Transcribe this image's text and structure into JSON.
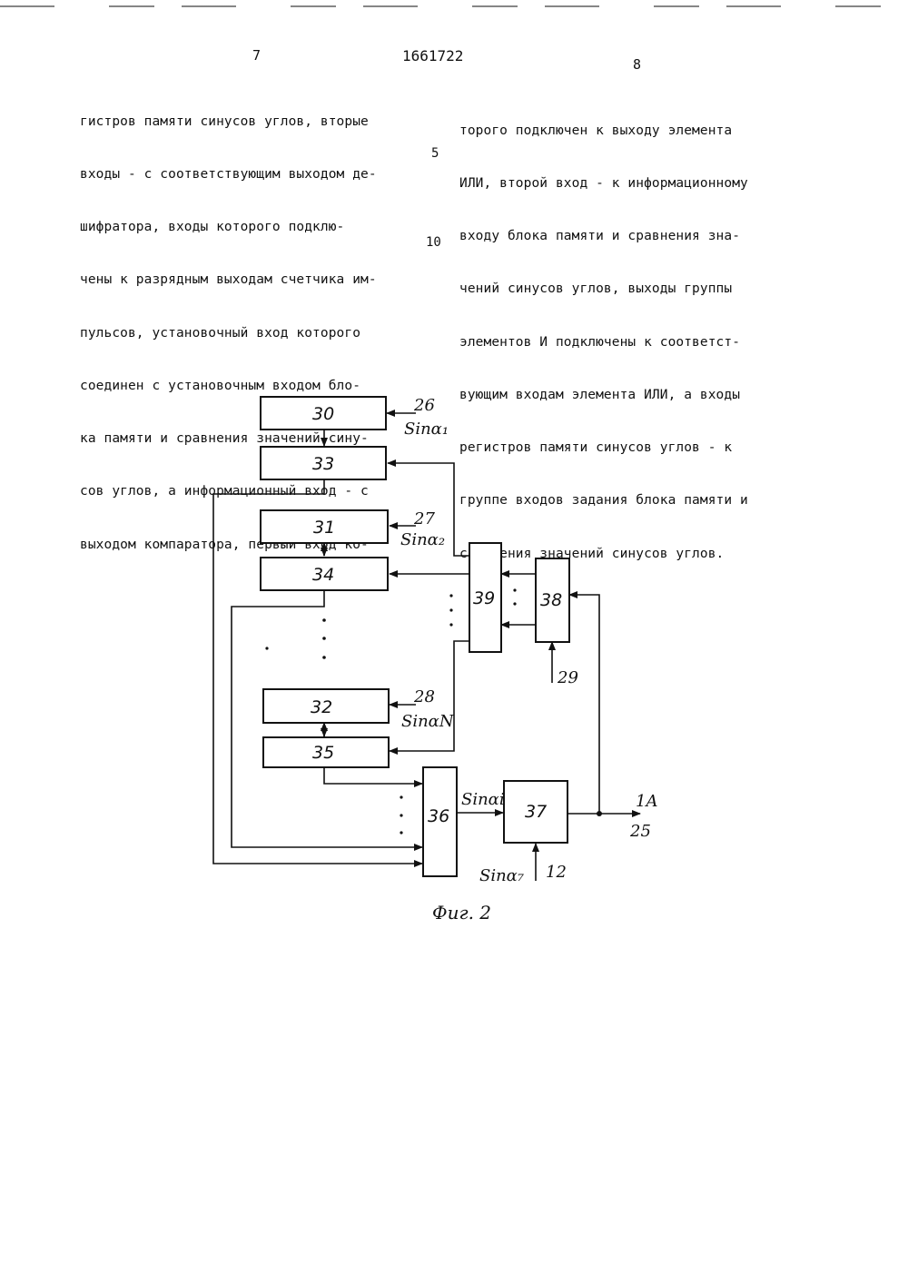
{
  "header": {
    "page_left": "7",
    "patent_number": "1661722",
    "page_right": "8"
  },
  "left_column": [
    "гистров памяти синусов углов, вторые",
    "входы - с соответствующим выходом де-",
    "шифратора, входы которого подклю-",
    "чены к разрядным выходам счетчика им-",
    "пульсов, установочный вход которого",
    "соединен с установочным входом бло-",
    "ка памяти и сравнения значений сину-",
    "сов углов, а информационный вход - с",
    "выходом компаратора, первый вход ко-"
  ],
  "line_numbers": [
    "5",
    "10"
  ],
  "right_column": [
    "торого подключен к выходу элемента",
    "ИЛИ, второй вход - к информационному",
    "входу блока памяти и сравнения зна-",
    "чений синусов углов, выходы группы",
    "элементов И подключены к соответст-",
    "вующим входам элемента ИЛИ, а входы",
    "регистров памяти синусов углов - к",
    "группе входов задания блока памяти и",
    "сравнения значений синусов углов."
  ],
  "diagram": {
    "blocks": {
      "b30": "30",
      "b33": "33",
      "b31": "31",
      "b34": "34",
      "b32": "32",
      "b35": "35",
      "b39": "39",
      "b38": "38",
      "b36": "36",
      "b37": "37"
    },
    "inputs": {
      "in26": "26",
      "sin1": "Sinα₁",
      "in27": "27",
      "sin2": "Sinα₂",
      "in28": "28",
      "sinN": "SinαN",
      "in29": "29",
      "sini": "Sinαi",
      "sin7": "Sinα₇",
      "in12": "12",
      "out1A": "1A",
      "out25": "25"
    },
    "caption": "Фиг. 2"
  }
}
